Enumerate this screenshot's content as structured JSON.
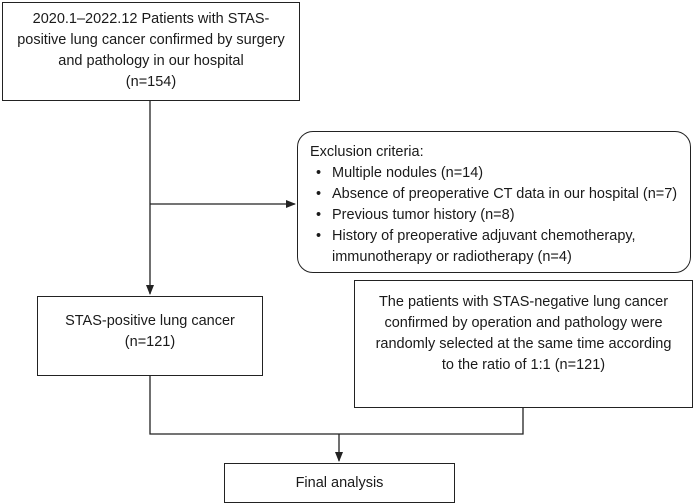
{
  "top_box": {
    "lines": [
      "2020.1–2022.12 Patients with STAS-",
      "positive lung cancer confirmed by surgery",
      "and pathology in our hospital",
      "(n=154)"
    ]
  },
  "exclusion": {
    "title": "Exclusion criteria:",
    "items": [
      {
        "lines": [
          "Multiple nodules (n=14)"
        ]
      },
      {
        "lines": [
          "Absence of preoperative CT data in our hospital (n=7)"
        ]
      },
      {
        "lines": [
          "Previous tumor history (n=8)"
        ]
      },
      {
        "lines": [
          "History of preoperative adjuvant chemotherapy,",
          "immunotherapy or radiotherapy (n=4)"
        ]
      }
    ]
  },
  "positive_box": {
    "lines": [
      "STAS-positive lung cancer",
      "(n=121)"
    ]
  },
  "negative_box": {
    "lines": [
      "The patients with STAS-negative lung cancer",
      "confirmed by operation and pathology were",
      "randomly selected at the same time according",
      "to the ratio of 1:1 (n=121)"
    ]
  },
  "final_box": {
    "label": "Final analysis"
  }
}
